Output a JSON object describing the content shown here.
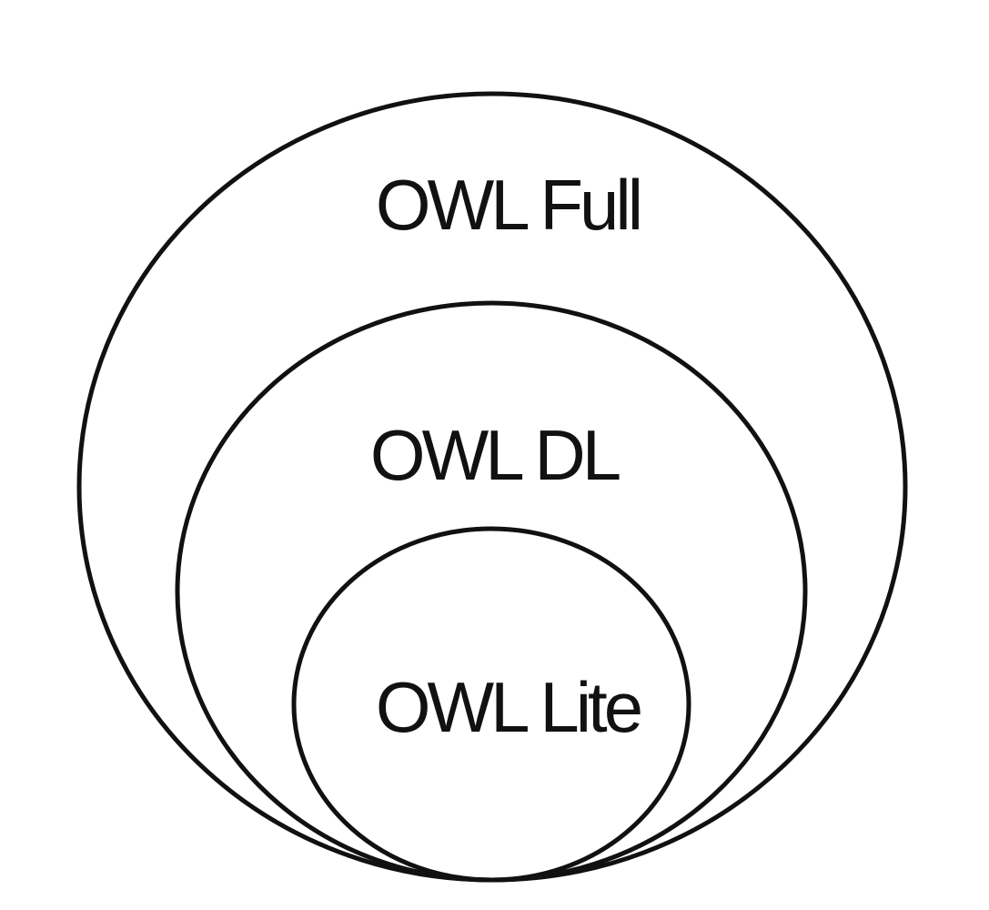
{
  "diagram": {
    "type": "nested-sets",
    "levels": [
      {
        "id": "full",
        "label": "OWL Full"
      },
      {
        "id": "dl",
        "label": "OWL DL"
      },
      {
        "id": "lite",
        "label": "OWL Lite"
      }
    ]
  },
  "colors": {
    "stroke": "#111111",
    "text": "#111111",
    "background": "#ffffff"
  }
}
